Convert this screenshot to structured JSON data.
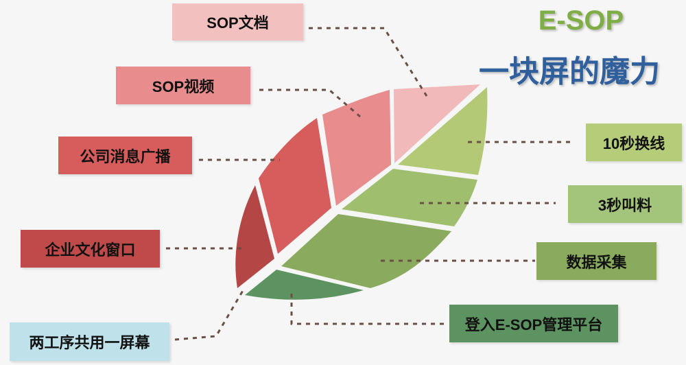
{
  "title": {
    "line1": "E-SOP",
    "line2": "一块屏的魔力"
  },
  "colors": {
    "title_green": "#7fae47",
    "title_blue": "#2f5f9c",
    "connector": "#6b4f45",
    "leaf_left": [
      "#f1b9ba",
      "#e88c8d",
      "#d65d5c",
      "#d05454",
      "#b54646"
    ],
    "leaf_right": [
      "#b3c976",
      "#9fbf6f",
      "#8aab5e",
      "#5c9360"
    ]
  },
  "left_labels": [
    {
      "text": "SOP文档",
      "color": "#f3c0c0",
      "theme": "light"
    },
    {
      "text": "SOP视频",
      "color": "#e88c8d",
      "theme": "light"
    },
    {
      "text": "公司消息广播",
      "color": "#d65d5c",
      "theme": "light"
    },
    {
      "text": "企业文化窗口",
      "color": "#c04a4a",
      "theme": "light"
    },
    {
      "text": "两工序共用一屏幕",
      "color": "#bfe1ea",
      "theme": "light"
    }
  ],
  "right_labels": [
    {
      "text": "10秒换线",
      "color": "#b5cc78",
      "theme": "light"
    },
    {
      "text": "3秒叫料",
      "color": "#a3c57b",
      "theme": "light"
    },
    {
      "text": "数据采集",
      "color": "#8aab5e",
      "theme": "light"
    },
    {
      "text": "登入E-SOP管理平台",
      "color": "#5c9360",
      "theme": "light"
    }
  ]
}
